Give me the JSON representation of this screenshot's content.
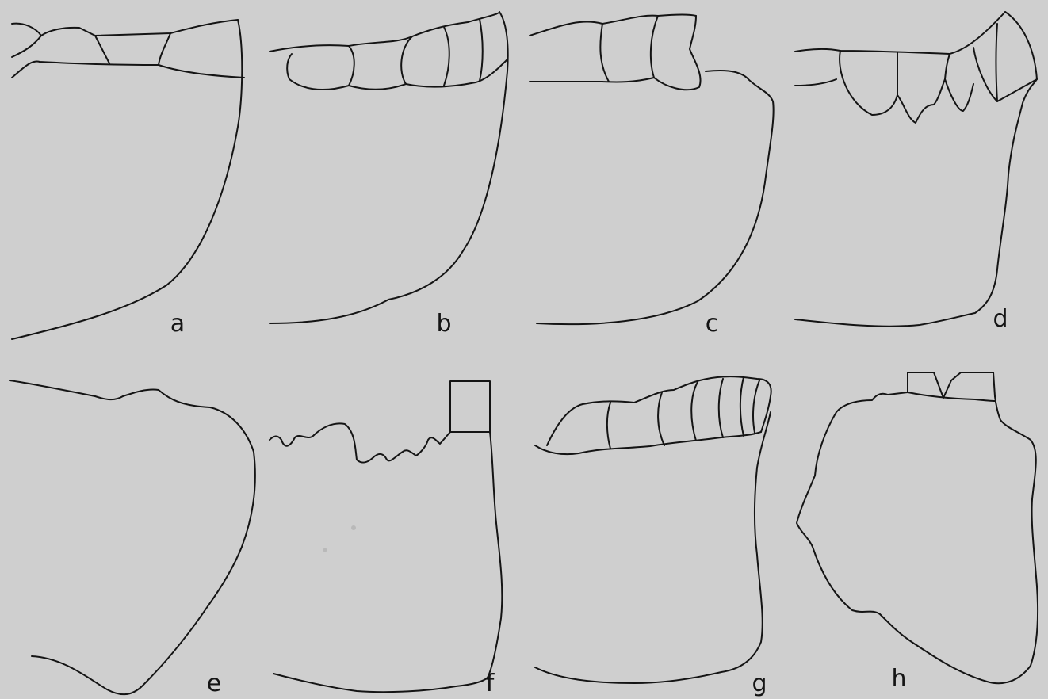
{
  "figure": {
    "background": "#cfcfcf",
    "line_color": "#141414",
    "panels": [
      {
        "id": "a",
        "label": "a"
      },
      {
        "id": "b",
        "label": "b"
      },
      {
        "id": "c",
        "label": "c"
      },
      {
        "id": "d",
        "label": "d"
      },
      {
        "id": "e",
        "label": "e"
      },
      {
        "id": "f",
        "label": "f"
      },
      {
        "id": "g",
        "label": "g"
      },
      {
        "id": "h",
        "label": "h"
      }
    ]
  }
}
